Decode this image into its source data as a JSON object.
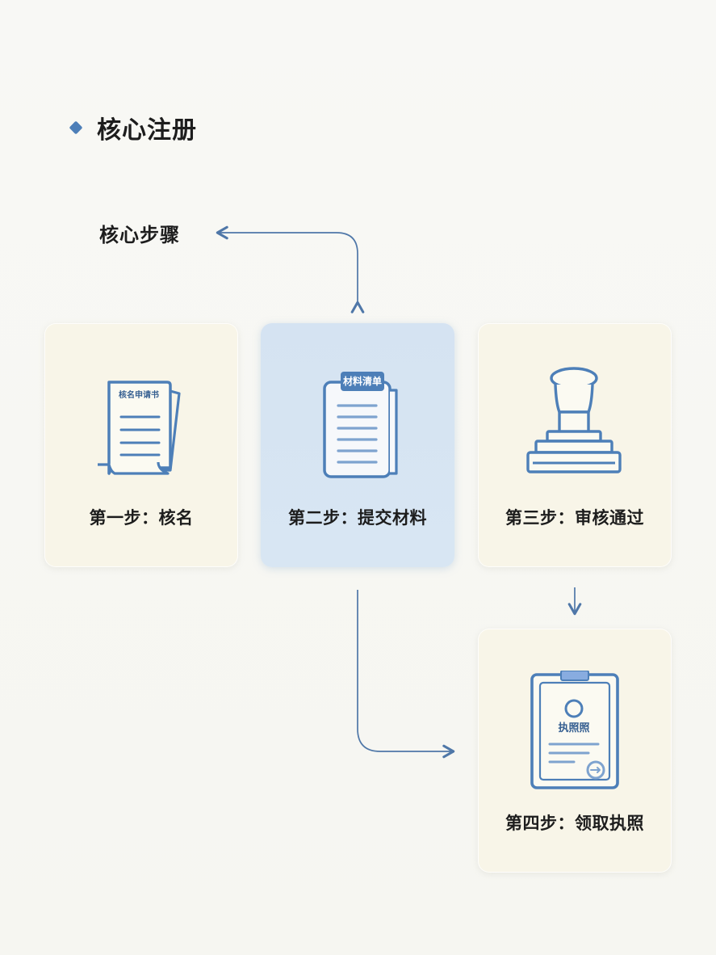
{
  "section": {
    "title": "核心注册"
  },
  "diagram": {
    "subtitle": "核心步骤",
    "steps": [
      {
        "label": "第一步：核名",
        "icon": "application-document-icon",
        "icon_text": "核名申请书"
      },
      {
        "label": "第二步：提交材料",
        "icon": "material-checklist-icon",
        "icon_text": "材料清单"
      },
      {
        "label": "第三步：审核通过",
        "icon": "approval-stamp-icon"
      },
      {
        "label": "第四步：领取执照",
        "icon": "business-license-icon",
        "icon_text": "执照照"
      }
    ]
  },
  "colors": {
    "accent": "#4d7fb8",
    "line": "#4f77a8",
    "card": "#f8f5e8",
    "highlight_card": "#d5e3f2"
  }
}
